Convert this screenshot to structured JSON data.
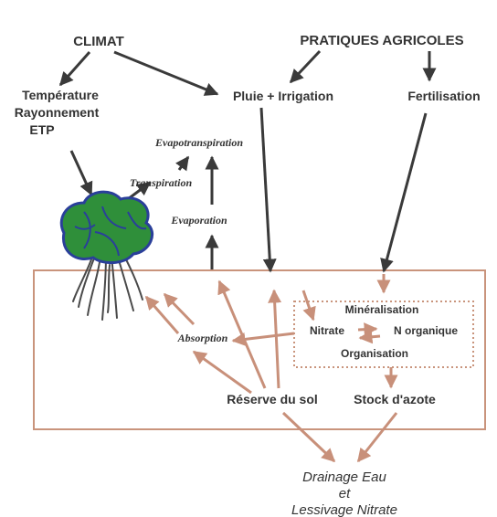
{
  "nodes": {
    "climat": "CLIMAT",
    "pratiques": "PRATIQUES AGRICOLES",
    "climate_vars": [
      "Température",
      "Rayonnement",
      "ETP"
    ],
    "pluie": "Pluie + Irrigation",
    "fertilisation": "Fertilisation",
    "evapotranspiration": "Evapotranspiration",
    "transpiration": "Transpiration",
    "evaporation": "Evaporation",
    "absorption": "Absorption",
    "mineralisation": "Minéralisation",
    "nitrate": "Nitrate",
    "n_organique": "N organique",
    "organisation": "Organisation",
    "reserve": "Réserve du sol",
    "stock": "Stock d'azote",
    "drainage": [
      "Drainage Eau",
      "et",
      "Lessivage Nitrate"
    ]
  },
  "colors": {
    "text": "#333333",
    "arrow_dark": "#3a3a3a",
    "arrow_soil": "#c8907a",
    "soil_border": "#c9947c",
    "plant_green": "#2f8f3a",
    "plant_blue": "#2a3f9a",
    "roots": "#4a4a4a"
  }
}
